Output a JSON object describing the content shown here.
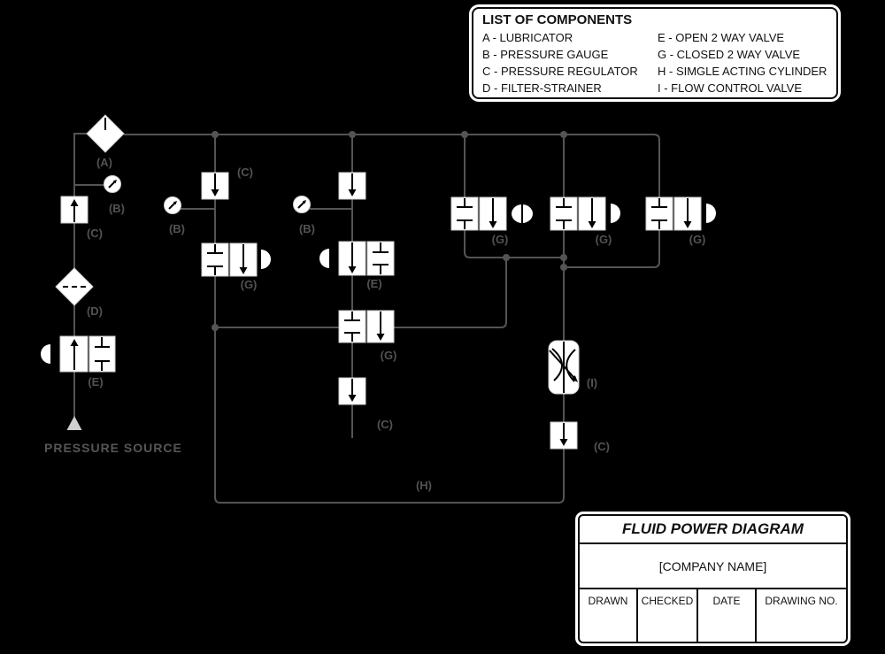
{
  "legend": {
    "title": "LIST OF COMPONENTS",
    "col1": [
      "A - LUBRICATOR",
      "B - PRESSURE GAUGE",
      "C - PRESSURE REGULATOR",
      "D - FILTER-STRAINER"
    ],
    "col2": [
      "E - OPEN 2 WAY VALVE",
      "G - CLOSED 2 WAY VALVE",
      "H - SIMGLE ACTING CYLINDER",
      "I - FLOW CONTROL VALVE"
    ]
  },
  "labels": {
    "a": "(A)",
    "b": "(B)",
    "c": "(C)",
    "d": "(D)",
    "e": "(E)",
    "g": "(G)",
    "h": "(H)",
    "i": "(I)"
  },
  "pressure_source": "PRESSURE SOURCE",
  "title_block": {
    "title": "FLUID POWER DIAGRAM",
    "company": "[COMPANY NAME]",
    "fields": [
      "DRAWN",
      "CHECKED",
      "DATE",
      "DRAWING NO."
    ]
  },
  "colors": {
    "background": "#000000",
    "wire": "#545454",
    "label_text": "#525252",
    "symbol_fill": "#ffffff",
    "glyph": "#000000"
  }
}
